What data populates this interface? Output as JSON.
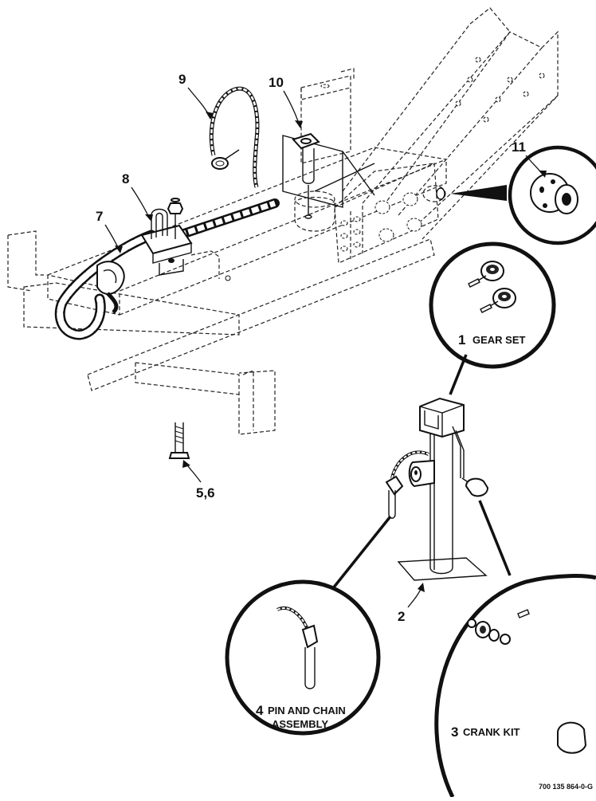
{
  "callouts": {
    "n9": "9",
    "n10": "10",
    "n8": "8",
    "n7": "7",
    "n11": "11",
    "n56": "5,6",
    "n2": "2"
  },
  "insets": {
    "gear_num": "1",
    "gear_text": "GEAR SET",
    "pin_num": "4",
    "pin_text_1": "PIN AND CHAIN",
    "pin_text_2": "ASSEMBLY",
    "crank_num": "3",
    "crank_text": "CRANK KIT"
  },
  "reference_code": "700 135 864-0-G"
}
